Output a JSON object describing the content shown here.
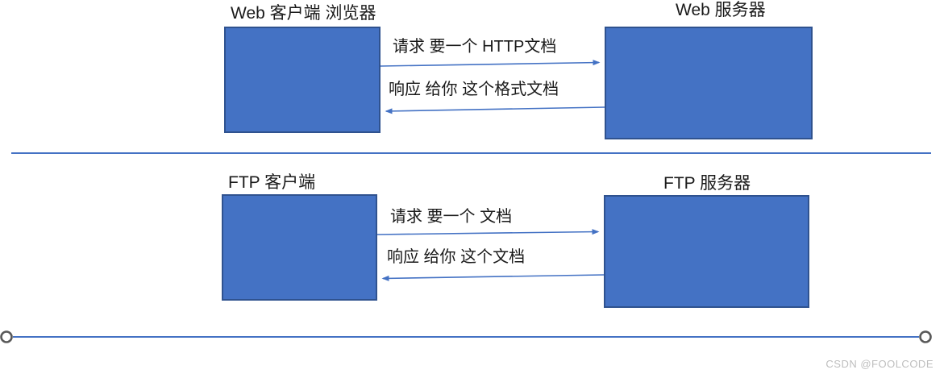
{
  "diagram": {
    "colors": {
      "box_fill": "#4472C4",
      "box_border": "#2F528F",
      "arrow": "#4472C4",
      "divider": "#4472C4",
      "timeline": "#4472C4",
      "endpoint_ring": "#595959",
      "endpoint_fill": "#FFFFFF",
      "text": "#1A1A1A",
      "watermark": "#BEBEBE"
    },
    "web_section": {
      "client_label": "Web 客户端 浏览器",
      "server_label": "Web 服务器",
      "request_label": "请求 要一个 HTTP文档",
      "response_label": "响应 给你 这个格式文档"
    },
    "ftp_section": {
      "client_label": "FTP 客户端",
      "server_label": "FTP 服务器",
      "request_label": "请求 要一个 文档",
      "response_label": "响应 给你 这个文档"
    },
    "watermark": "CSDN @FOOLCODE"
  }
}
